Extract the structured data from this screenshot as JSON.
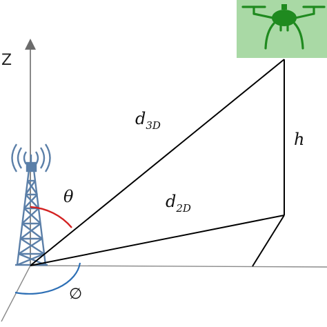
{
  "labels": {
    "z_axis": "Z",
    "distance_3d": {
      "main": "d",
      "sub": "3D"
    },
    "distance_2d": {
      "main": "d",
      "sub": "2D"
    },
    "height": "h",
    "elevation_angle": "θ",
    "azimuth_angle": "∅"
  },
  "colors": {
    "background": "#ffffff",
    "lines": "#000000",
    "axis": "#6b6b6b",
    "tower": "#5b7fa8",
    "elevation_arc": "#d32222",
    "azimuth_arc": "#2d6fb5",
    "drone": "#1f8a1f",
    "drone_panel": "#a9d9a5"
  },
  "icons": {
    "tower": "cell-tower-icon",
    "drone": "drone-icon"
  }
}
